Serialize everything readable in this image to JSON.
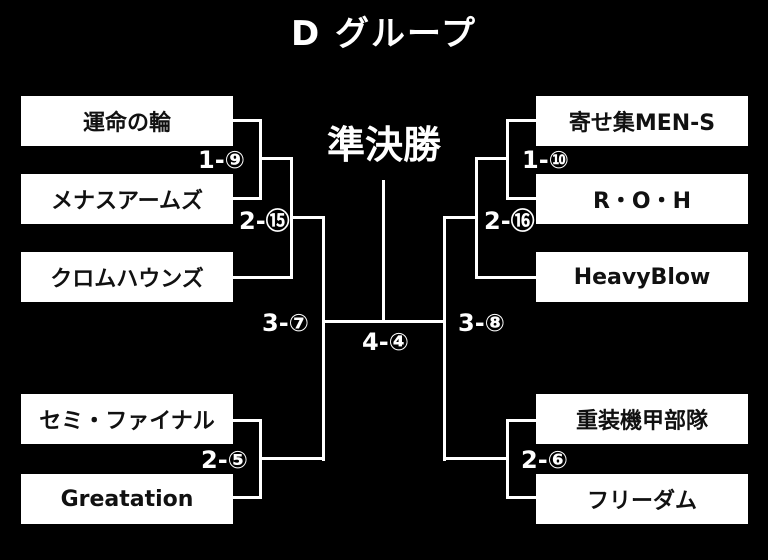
{
  "title": "D グループ",
  "round_label": "準決勝",
  "final_match_label": "4-④",
  "colors": {
    "background": "#000000",
    "box_fill": "#ffffff",
    "box_text": "#111111",
    "line": "#ffffff",
    "label_text": "#ffffff",
    "title_text": "#ffffff"
  },
  "left_bracket": {
    "teams": [
      "運命の輪",
      "メナスアームズ",
      "クロムハウンズ",
      "セミ・ファイナル",
      "Greatation"
    ],
    "labels": {
      "round1_top": "1-⑨",
      "round2_top": "2-⑮",
      "round2_bottom": "2-⑤",
      "round3": "3-⑦"
    }
  },
  "right_bracket": {
    "teams": [
      "寄せ集MEN-S",
      "R・O・H",
      "HeavyBlow",
      "重装機甲部隊",
      "フリーダム"
    ],
    "labels": {
      "round1_top": "1-⑩",
      "round2_top": "2-⑯",
      "round2_bottom": "2-⑥",
      "round3": "3-⑧"
    }
  }
}
